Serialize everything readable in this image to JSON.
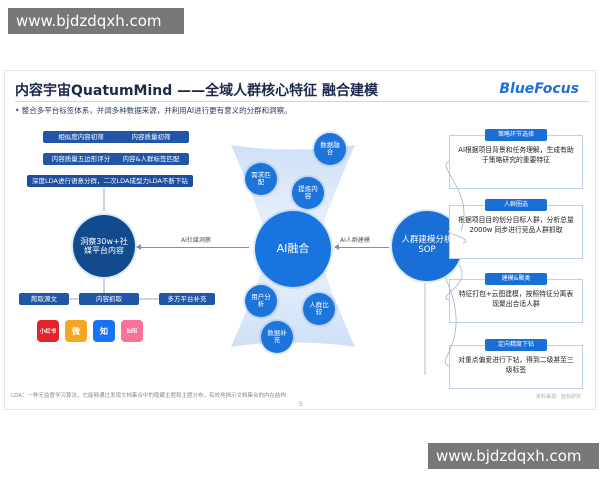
{
  "watermark": {
    "top": "www.bjdzdqxh.com",
    "bottom": "www.bjdzdqxh.com"
  },
  "slide": {
    "title": "内容宇宙QuatumMind ——全域人群核心特征 融合建模",
    "brand": "BlueFocus",
    "subtitle": "•  整合多平台标签体系，并阔多种数据来源，并利用AI进行更有意义的分群和洞察。",
    "left_pills": [
      "相似度内容初筛",
      "内容质量初筛",
      "内容质量五边形评分",
      "内容&人群标签匹配",
      "深度LDA进行语意分群，二次LDA成型力LDA不断下钻"
    ],
    "left_circle": "洞察30w+社媒平台内容",
    "bottom_pills": [
      "爬取源文",
      "内容抓取",
      "多方平台补充"
    ],
    "apps": [
      "小红书",
      "微",
      "知",
      "bili"
    ],
    "center_label": "AI融合",
    "left_arrow_label": "AI社媒洞察",
    "right_arrow_label": "AI人群建模",
    "small_circles": [
      "需求匹配",
      "数据融合",
      "提炼内容",
      "用户分析",
      "人群比较",
      "数据补充"
    ],
    "right_circle": "人群建模分析SOP",
    "right_boxes": [
      {
        "head": "策略环节选择",
        "text": "AI根据项目背景和任务理解，生成有助于策略研究的重要特征"
      },
      {
        "head": "人群圈选",
        "text": "根据项目目的划分目标人群，分析总量2000w 同步进行竞品人群抓取"
      },
      {
        "head": "建模&聚类",
        "text": "特征打包+云图建模，按照特征分离表现聚出合适人群"
      },
      {
        "head": "定向精度下钻",
        "text": "对重点偏爱进行下钻，得到二级甚至三级标签"
      }
    ],
    "footnote": "LDA：一种无监督学习算法，它能够通过发现文档集合中的隐藏主题和主题分布，有效地揭示文档集合的内在结构",
    "source": "资料来源：蓝标研究",
    "page_number": "5"
  }
}
